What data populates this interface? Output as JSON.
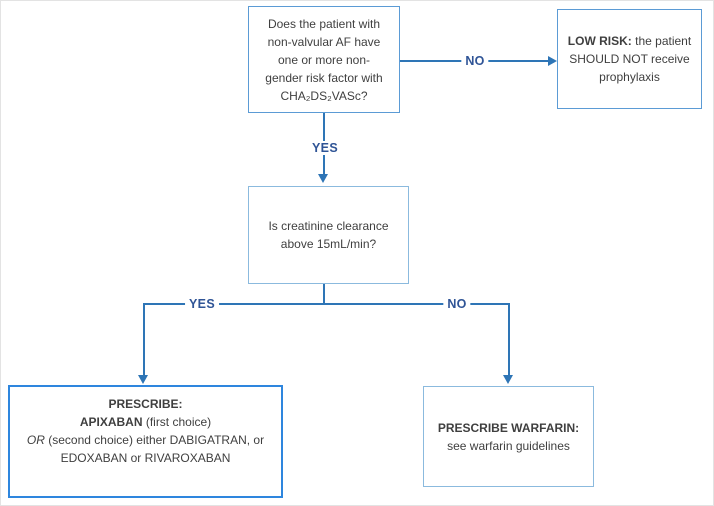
{
  "colors": {
    "box_border_light": "#5b9bd5",
    "box_border_lighter": "#8bbade",
    "box_border_strong": "#2e86de",
    "line": "#2e75b6",
    "label": "#2f5496",
    "text": "#3f3f3f"
  },
  "nodes": {
    "question1": {
      "lines": [
        "Does the patient with",
        "non-valvular AF have",
        "one or more non-",
        "gender risk factor with",
        "CHA₂DS₂VASc?"
      ]
    },
    "low_risk": {
      "line1_bold": "LOW RISK:",
      "line1_rest": " the patient",
      "line2": "SHOULD NOT receive",
      "line3": "prophylaxis"
    },
    "question2": {
      "lines": [
        "Is creatinine clearance",
        "above 15mL/min?"
      ]
    },
    "prescribe_doac": {
      "line1_bold": "PRESCRIBE:",
      "line2_bold": "APIXABAN",
      "line2_rest": " (first choice)",
      "line3_italic": "OR",
      "line3_rest": " (second choice) either DABIGATRAN, or",
      "line4": "EDOXABAN or RIVAROXABAN"
    },
    "prescribe_warfarin": {
      "line1_bold": "PRESCRIBE WARFARIN:",
      "line2": "see warfarin guidelines"
    }
  },
  "edge_labels": {
    "no_top": "NO",
    "yes_mid": "YES",
    "yes_branch": "YES",
    "no_branch": "NO"
  }
}
